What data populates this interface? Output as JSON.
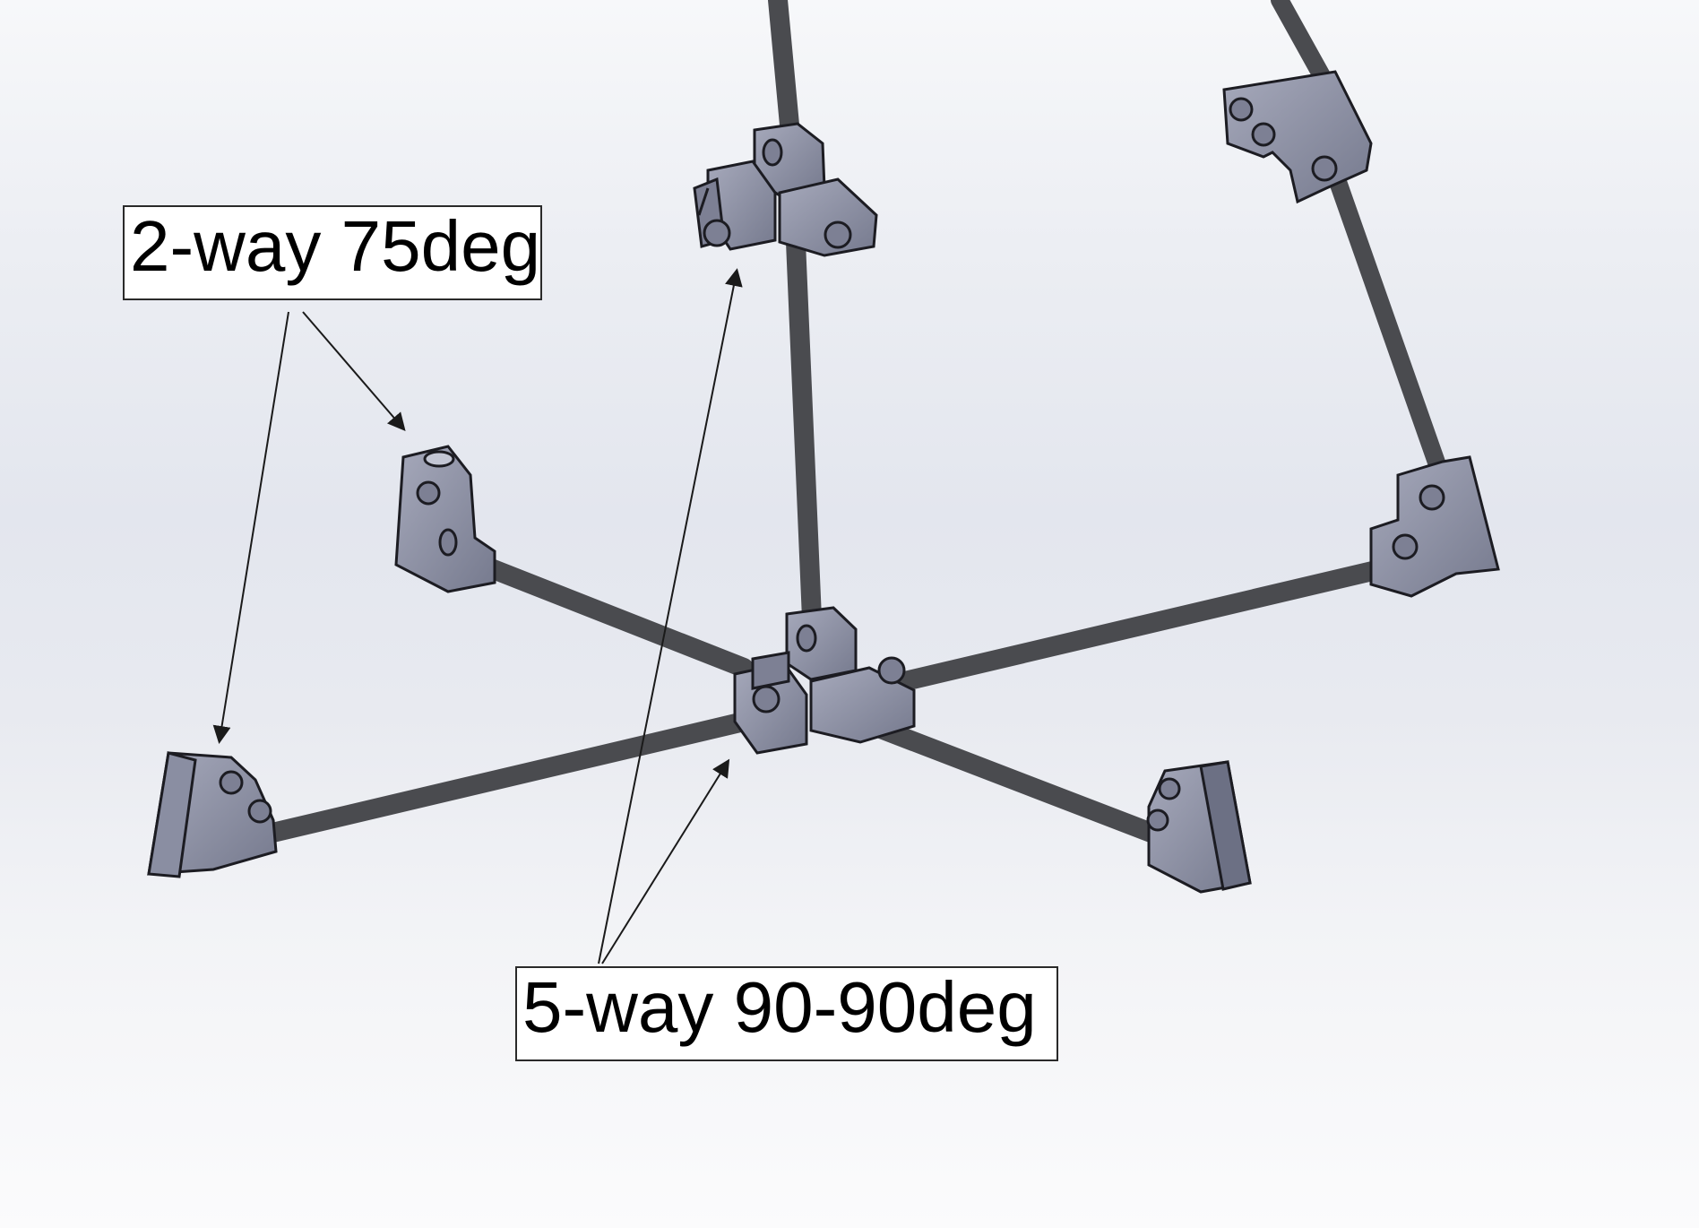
{
  "labels": {
    "two_way": "2-way 75deg",
    "five_way": "5-way 90-90deg"
  },
  "colors": {
    "rod": "#4a4b4f",
    "part_light": "#9a9db0",
    "part_mid": "#7d8094",
    "part_dark": "#5e6073",
    "outline": "#1c1c22",
    "arrow": "#1a1a1a"
  },
  "parts": [
    {
      "name": "5-way connector (top)",
      "type": "5-way 90-90deg"
    },
    {
      "name": "5-way connector (center)",
      "type": "5-way 90-90deg"
    },
    {
      "name": "2-way connector (left back)",
      "type": "2-way 75deg"
    },
    {
      "name": "2-way connector (left front)",
      "type": "2-way 75deg"
    },
    {
      "name": "2-way connector (right back)",
      "type": "2-way 75deg"
    },
    {
      "name": "foot (right front)",
      "type": "2-way 75deg"
    },
    {
      "name": "angled connector (top right)",
      "type": "2-way 75deg"
    }
  ]
}
